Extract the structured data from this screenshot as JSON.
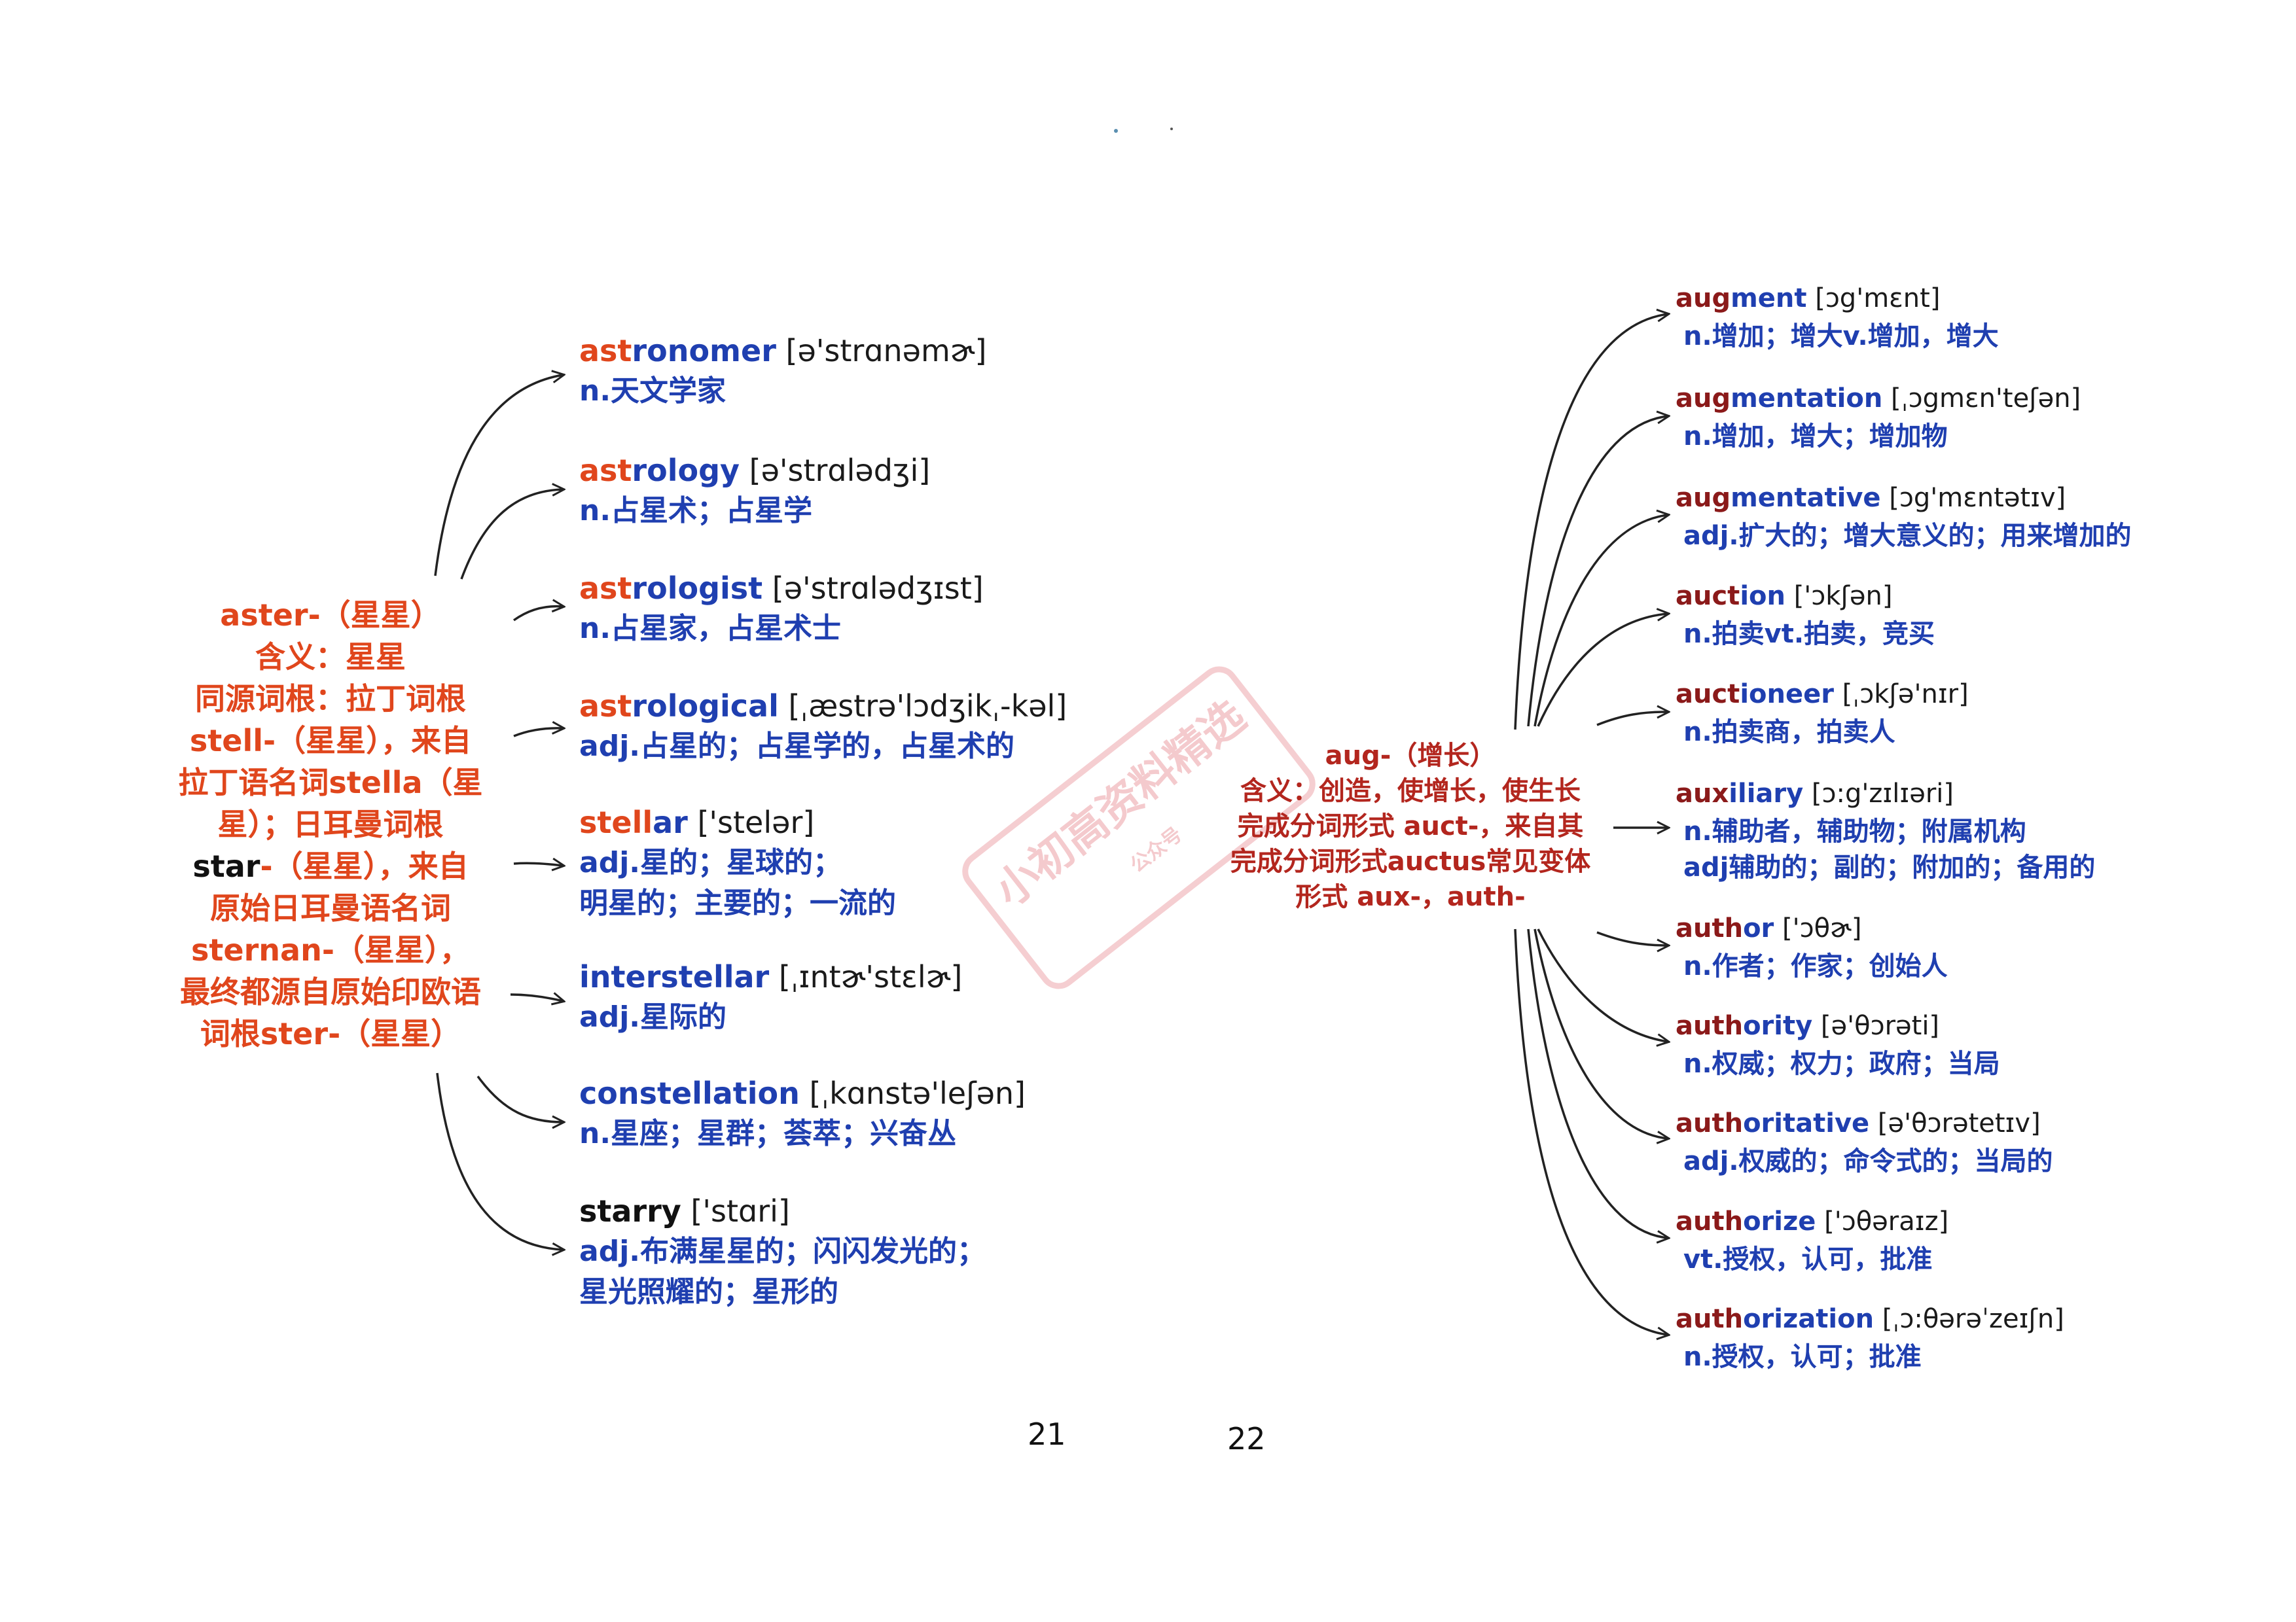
{
  "left_root": {
    "lines": [
      {
        "text": "aster-（星星）",
        "color": "orange"
      },
      {
        "text": "含义：星星",
        "color": "orange"
      },
      {
        "text": "同源词根：拉丁词根",
        "color": "orange"
      },
      {
        "text": "stell-（星星），来自",
        "color": "orange"
      },
      {
        "text": "拉丁语名词stella（星",
        "color": "orange"
      },
      {
        "text": "星）；日耳曼词根",
        "color": "orange"
      },
      {
        "text": "star-（星星），来自",
        "color": "black_head"
      },
      {
        "text": "原始日耳曼语名词",
        "color": "orange"
      },
      {
        "text": "sternan-（星星），",
        "color": "orange"
      },
      {
        "text": "最终都源自原始印欧语",
        "color": "orange"
      },
      {
        "text": "词根ster-（星星）",
        "color": "orange"
      }
    ]
  },
  "left_entries": [
    {
      "hl": "ast",
      "rest": "ronomer",
      "phon": " [ə'strɑnəmɚ]",
      "meaning": [
        "n.天文学家"
      ]
    },
    {
      "hl": "ast",
      "rest": "rology",
      "phon": " [ə'strɑlədʒi]",
      "meaning": [
        "n.占星术；占星学"
      ]
    },
    {
      "hl": "ast",
      "rest": "rologist",
      "phon": " [ə'strɑlədʒɪst]",
      "meaning": [
        "n.占星家，占星术士"
      ]
    },
    {
      "hl": "ast",
      "rest": "rological",
      "phon": "  [ˌæstrə'lɔdʒikˌ-kəl]",
      "meaning": [
        "adj.占星的；占星学的，占星术的"
      ]
    },
    {
      "hl": "stell",
      "rest": "ar",
      "phon": " ['stelər]",
      "meaning": [
        "adj.星的；星球的；",
        "明星的；主要的；一流的"
      ]
    },
    {
      "hl": "",
      "rest": "interstellar",
      "phon": " [ˌɪntɚ'stɛlɚ]",
      "meaning": [
        "adj.星际的"
      ]
    },
    {
      "hl": "",
      "rest": "constellation",
      "phon": " [ˌkɑnstə'leʃən]",
      "meaning": [
        "n.星座；星群；荟萃；兴奋丛"
      ]
    },
    {
      "hl": "",
      "rest": "starry",
      "phon": " ['stɑri]",
      "meaning": [
        "adj.布满星星的；闪闪发光的；",
        "星光照耀的；星形的"
      ]
    }
  ],
  "right_root": {
    "lines": [
      {
        "text": "aug-（增长）",
        "color": "red"
      },
      {
        "text": "含义：创造，使增长，使生长",
        "color": "red"
      },
      {
        "text": "完成分词形式 auct-，来自其",
        "color": "red"
      },
      {
        "text": "完成分词形式auctus常见变体",
        "color": "red"
      },
      {
        "text": "形式 aux-，auth-",
        "color": "red"
      }
    ]
  },
  "right_entries": [
    {
      "hl": "aug",
      "rest": "ment",
      "phon": " [ɔg'mɛnt]",
      "meaning": [
        "n.增加；增大v.增加，增大"
      ]
    },
    {
      "hl": "aug",
      "rest": "mentation",
      "phon": " [ˌɔgmɛn'teʃən]",
      "meaning": [
        "n.增加，增大；增加物"
      ]
    },
    {
      "hl": "aug",
      "rest": "mentative",
      "phon": " [ɔg'mɛntətɪv]",
      "meaning": [
        "adj.扩大的；增大意义的；用来增加的"
      ]
    },
    {
      "hl": "auct",
      "rest": "ion",
      "phon": " ['ɔkʃən]",
      "meaning": [
        "n.拍卖vt.拍卖，竞买"
      ]
    },
    {
      "hl": "auct",
      "rest": "ioneer",
      "phon": " [ˌɔkʃə'nɪr]",
      "meaning": [
        "n.拍卖商，拍卖人"
      ]
    },
    {
      "hl": "aux",
      "rest": "iliary",
      "phon": " [ɔ:g'zɪlɪəri]",
      "meaning": [
        "n.辅助者，辅助物；附属机构",
        "adj辅助的；副的；附加的；备用的"
      ]
    },
    {
      "hl": "auth",
      "rest": "or",
      "phon": " ['ɔθɚ]",
      "meaning": [
        "n.作者；作家；创始人"
      ]
    },
    {
      "hl": "auth",
      "rest": "ority",
      "phon": " [ə'θɔrəti]",
      "meaning": [
        "n.权威；权力；政府；当局"
      ]
    },
    {
      "hl": "auth",
      "rest": "oritative",
      "phon": " [ə'θɔrətetɪv]",
      "meaning": [
        "adj.权威的；命令式的；当局的"
      ]
    },
    {
      "hl": "auth",
      "rest": "orize",
      "phon": " ['ɔθəraɪz]",
      "meaning": [
        "vt.授权，认可，批准"
      ]
    },
    {
      "hl": "auth",
      "rest": "orization",
      "phon": " [ˌɔ:θərəˈzeɪʃn]",
      "meaning": [
        "n.授权，认可；批准"
      ]
    }
  ],
  "page_numbers": {
    "left": "21",
    "right": "22"
  },
  "watermark": {
    "main": "小初高资料精选",
    "sub": "公众号"
  },
  "colors": {
    "orange": "#e0461c",
    "blue": "#1f3fb0",
    "darkred": "#8b1a1a",
    "red": "#b3261e"
  }
}
